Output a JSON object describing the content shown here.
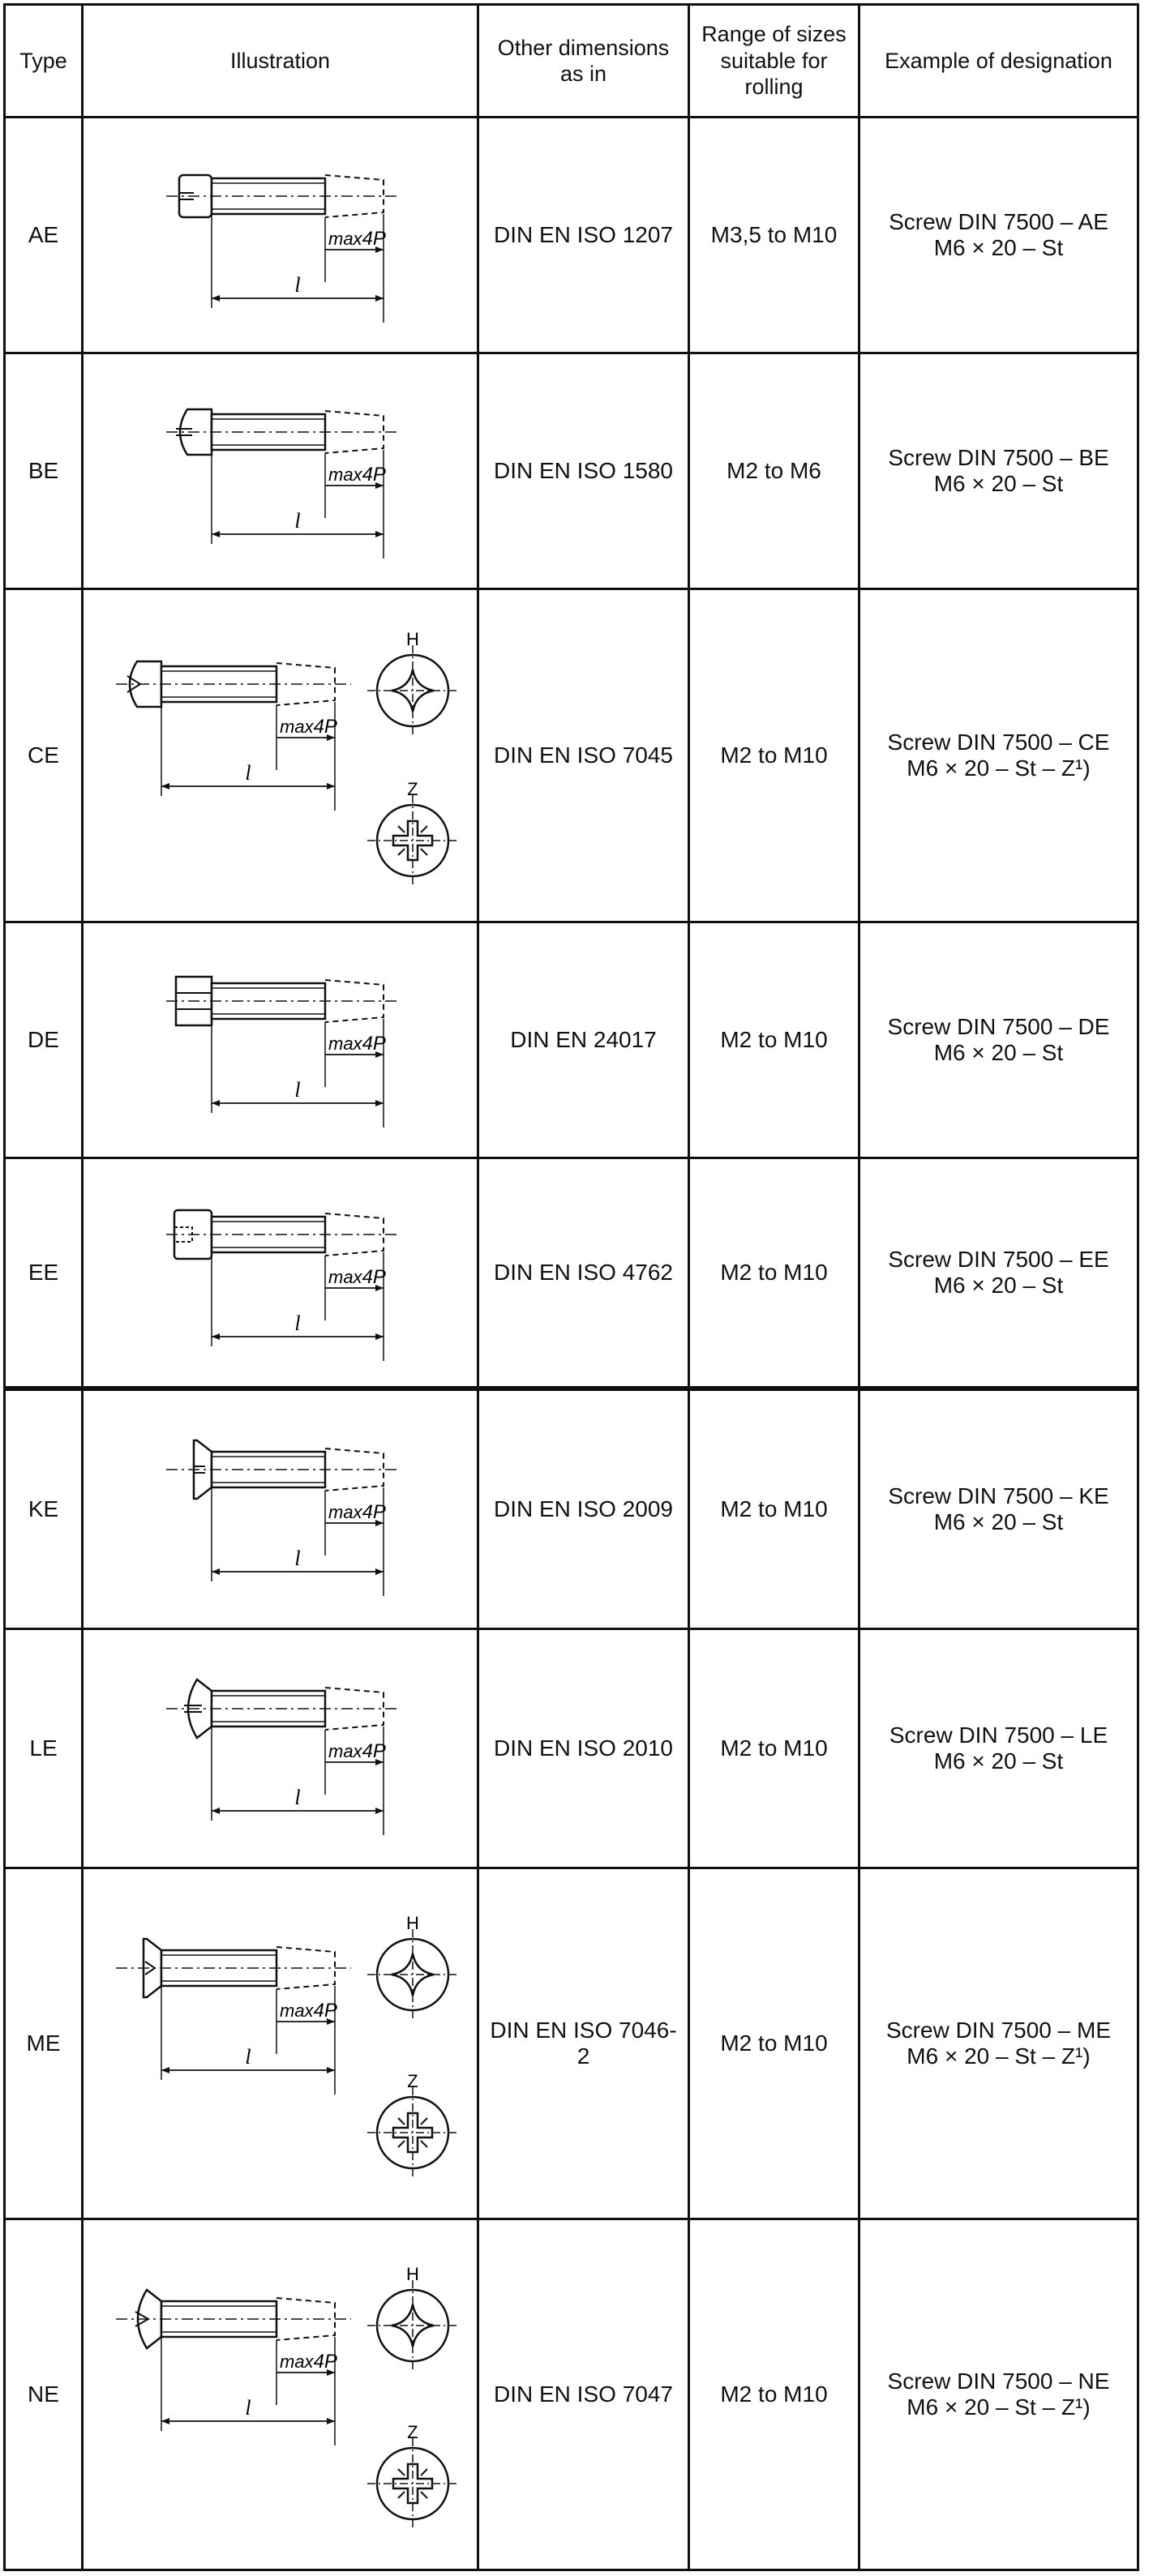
{
  "headers": {
    "type": "Type",
    "illustration": "Illustration",
    "other": "Other dimensions as in",
    "range": "Range of sizes suitable for rolling",
    "example": "Example of designation"
  },
  "illustration_labels": {
    "max": "max",
    "pitch": "4P",
    "length": "l",
    "h": "H",
    "z": "Z"
  },
  "rows": [
    {
      "type": "AE",
      "head": "cheese-slotted",
      "drive": false,
      "standard": "DIN EN ISO 1207",
      "range": "M3,5 to M10",
      "designation_1": "Screw DIN 7500 – AE",
      "designation_2": "M6 × 20 – St"
    },
    {
      "type": "BE",
      "head": "pan-slotted",
      "drive": false,
      "standard": "DIN EN ISO 1580",
      "range": "M2 to M6",
      "designation_1": "Screw DIN 7500 – BE",
      "designation_2": "M6 × 20 – St"
    },
    {
      "type": "CE",
      "head": "pan-cross",
      "drive": true,
      "standard": "DIN EN ISO 7045",
      "range": "M2 to M10",
      "designation_1": "Screw DIN 7500 – CE",
      "designation_2": "M6 × 20 – St – Z¹)"
    },
    {
      "type": "DE",
      "head": "hexagon",
      "drive": false,
      "standard": "DIN EN 24017",
      "range": "M2 to M10",
      "designation_1": "Screw DIN 7500 – DE",
      "designation_2": "M6 × 20 – St"
    },
    {
      "type": "EE",
      "head": "socket",
      "drive": false,
      "standard": "DIN EN ISO 4762",
      "range": "M2 to M10",
      "designation_1": "Screw DIN 7500 – EE",
      "designation_2": "M6 × 20 – St"
    },
    {
      "type": "KE",
      "head": "countersunk-slotted",
      "drive": false,
      "standard": "DIN EN ISO 2009",
      "range": "M2 to M10",
      "designation_1": "Screw DIN 7500 – KE",
      "designation_2": "M6 × 20 – St"
    },
    {
      "type": "LE",
      "head": "raised-countersunk-slotted",
      "drive": false,
      "standard": "DIN EN ISO 2010",
      "range": "M2 to M10",
      "designation_1": "Screw DIN 7500 – LE",
      "designation_2": "M6 × 20 – St"
    },
    {
      "type": "ME",
      "head": "countersunk-cross",
      "drive": true,
      "standard": "DIN EN ISO 7046-2",
      "range": "M2 to M10",
      "designation_1": "Screw DIN 7500 – ME",
      "designation_2": "M6 × 20 – St – Z¹)"
    },
    {
      "type": "NE",
      "head": "raised-countersunk-cross",
      "drive": true,
      "standard": "DIN EN ISO 7047",
      "range": "M2 to M10",
      "designation_1": "Screw DIN 7500 – NE",
      "designation_2": "M6 × 20 – St – Z¹)"
    }
  ]
}
